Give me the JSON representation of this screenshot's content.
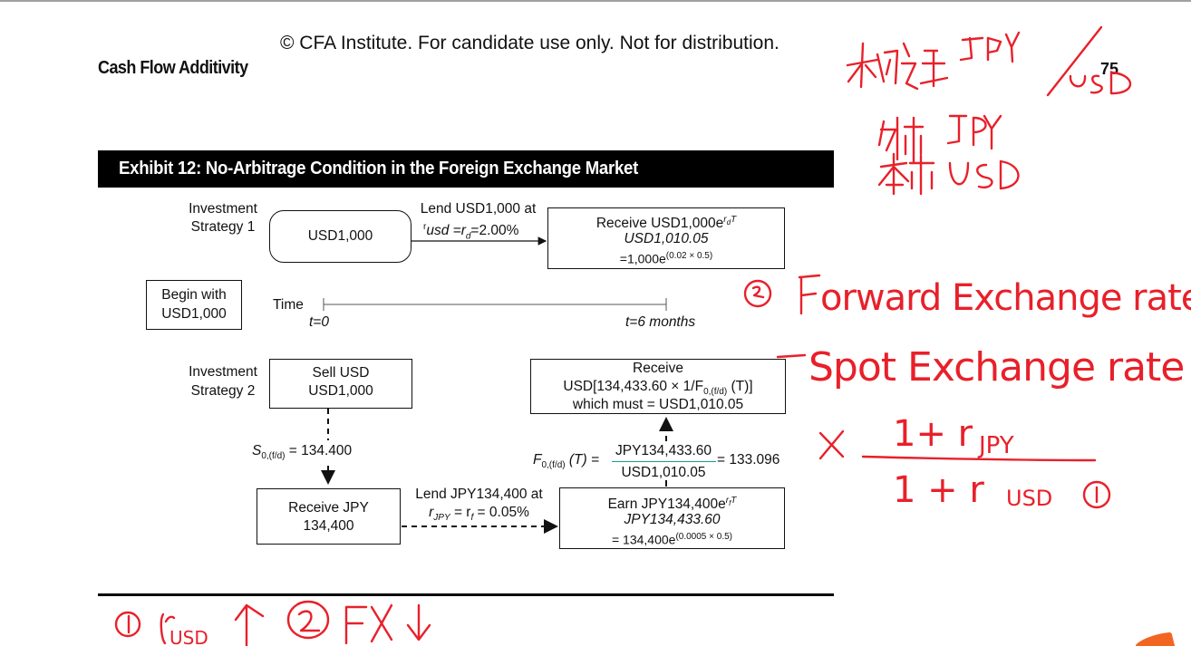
{
  "page": {
    "copyright": "© CFA Institute. For candidate use only. Not for distribution.",
    "running_head": "Cash Flow Additivity",
    "page_number": "75"
  },
  "exhibit": {
    "title": "Exhibit 12: No-Arbitrage Condition in the Foreign Exchange Market",
    "strategy1": {
      "label_line1": "Investment",
      "label_line2": "Strategy 1",
      "start_box": "USD1,000",
      "lend_line1": "Lend USD1,000 at",
      "lend_line2_pre": "usd =r",
      "lend_line2_sub": "d",
      "lend_line2_post": "=2.00%",
      "receive_line1_pre": "Receive USD1,000e",
      "receive_line1_sup": "r",
      "receive_line1_sub": "d",
      "receive_line1_T": "T",
      "receive_line2": "USD1,010.05",
      "receive_line3_pre": "=1,000e",
      "receive_line3_sup": "(0.02 × 0.5)"
    },
    "begin_box_line1": "Begin with",
    "begin_box_line2": "USD1,000",
    "timeline": {
      "label": "Time",
      "start": "t=0",
      "end": "t=6 months"
    },
    "strategy2": {
      "label_line1": "Investment",
      "label_line2": "Strategy 2",
      "sell_line1": "Sell USD",
      "sell_line2": "USD1,000",
      "spot_pre": "S",
      "spot_sub": "0,(f/d)",
      "spot_post": " = 134.400",
      "receive_jpy_line1": "Receive JPY",
      "receive_jpy_line2": "134,400",
      "lend_line1": "Lend JPY134,400 at",
      "lend_line2": "r",
      "lend_line2_sub": "JPY",
      "lend_line2_mid": " = r",
      "lend_line2_sub2": "f",
      "lend_line2_post": " = 0.05%",
      "earn_line1_pre": "Earn JPY134,400e",
      "earn_line1_sup": "r",
      "earn_line1_sub": "f",
      "earn_line1_T": "T",
      "earn_line2": "JPY134,433.60",
      "earn_line3_pre": "= 134,400e",
      "earn_line3_sup": "(0.0005 × 0.5)",
      "forward_pre": "F",
      "forward_sub": "0,(f/d)",
      "forward_T": " (T) =",
      "forward_numerator": "JPY134,433.60",
      "forward_denominator": "USD1,010.05",
      "forward_result": "= 133.096",
      "final_line1": "Receive",
      "final_line2_pre": "USD[134,433.60 × 1/F",
      "final_line2_sub": "0,(f/d)",
      "final_line2_post": " (T)]",
      "final_line3": "which must = USD1,010.05"
    }
  },
  "annotations": {
    "color": "#e8202a",
    "top_right": "标价法 JPY/USD",
    "foreign_currency": "外币 JPY",
    "domestic_currency": "本币 USD",
    "formula_line1": "② Forward Exchange rate",
    "formula_line2": "= Spot Exchange rate",
    "formula_numerator": "1+ rJPY",
    "formula_denominator": "1 + rUSD ①",
    "bottom_note": "① rUSD↑ ② FX↓"
  }
}
